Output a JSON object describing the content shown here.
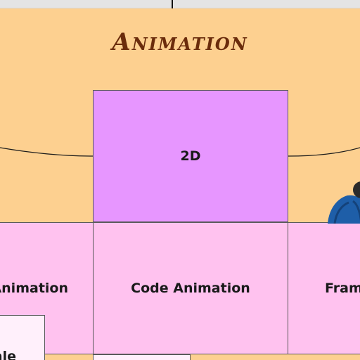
{
  "board": {
    "title": "Animation",
    "top_node": {
      "label": "2D",
      "color": "#e796ff"
    },
    "children": [
      {
        "label": "Animation",
        "color": "#ffc2ef"
      },
      {
        "label": "Code Animation",
        "color": "#ffc2ef"
      },
      {
        "label": "Fram",
        "color": "#ffc2ef"
      }
    ],
    "grandchildren": [
      {
        "label": "ale",
        "color": "#fff0fb"
      }
    ]
  },
  "colors": {
    "background": "#fdd090",
    "title": "#6b2c0c",
    "topbar": "#e4e4e4"
  },
  "avatar": {
    "icon": "presenter-avatar-icon"
  }
}
